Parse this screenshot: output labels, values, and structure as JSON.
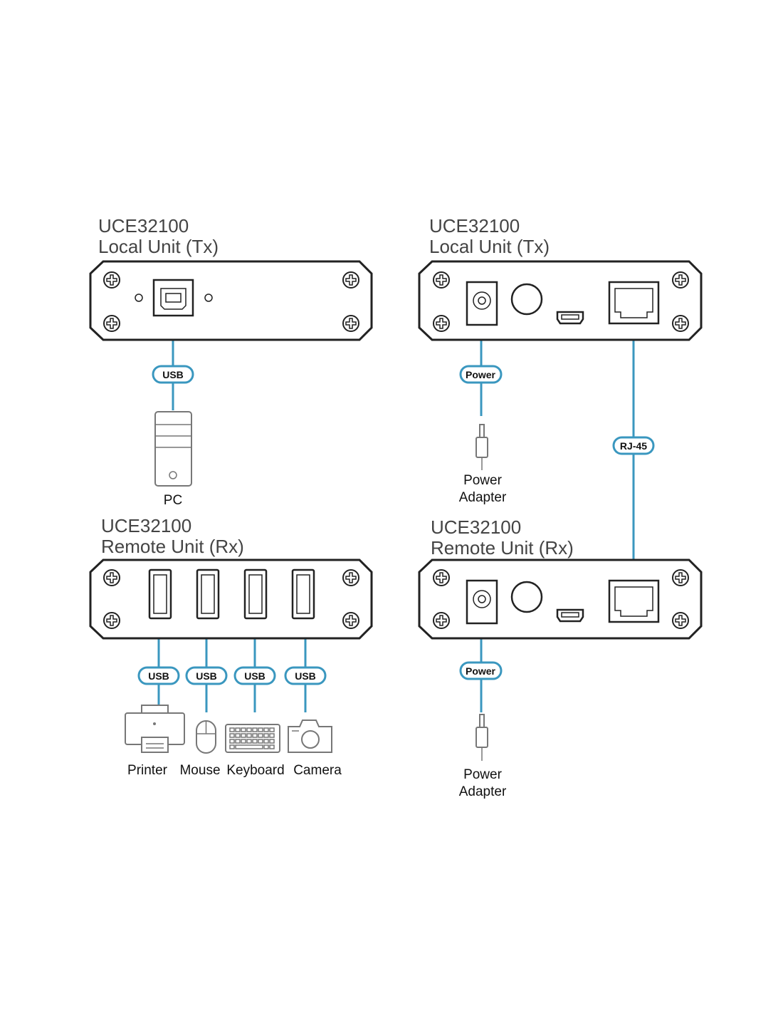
{
  "panels": {
    "tx_usb": {
      "model": "UCE32100",
      "name": "Local Unit (Tx)"
    },
    "tx_rear": {
      "model": "UCE32100",
      "name": "Local Unit (Tx)"
    },
    "rx_usb": {
      "model": "UCE32100",
      "name": "Remote Unit (Rx)"
    },
    "rx_rear": {
      "model": "UCE32100",
      "name": "Remote Unit (Rx)"
    }
  },
  "cables": {
    "tx_usb": "USB",
    "tx_power": "Power",
    "rj45": "RJ-45",
    "rx_usb": [
      "USB",
      "USB",
      "USB",
      "USB"
    ],
    "rx_power": "Power"
  },
  "devices": {
    "pc": "PC",
    "tx_adapter": [
      "Power",
      "Adapter"
    ],
    "rx_adapter": [
      "Power",
      "Adapter"
    ],
    "rx_usb": [
      "Printer",
      "Mouse",
      "Keyboard",
      "Camera"
    ]
  },
  "colors": {
    "cable": "#3a97bf",
    "outline": "#222222",
    "device": "#777777"
  }
}
